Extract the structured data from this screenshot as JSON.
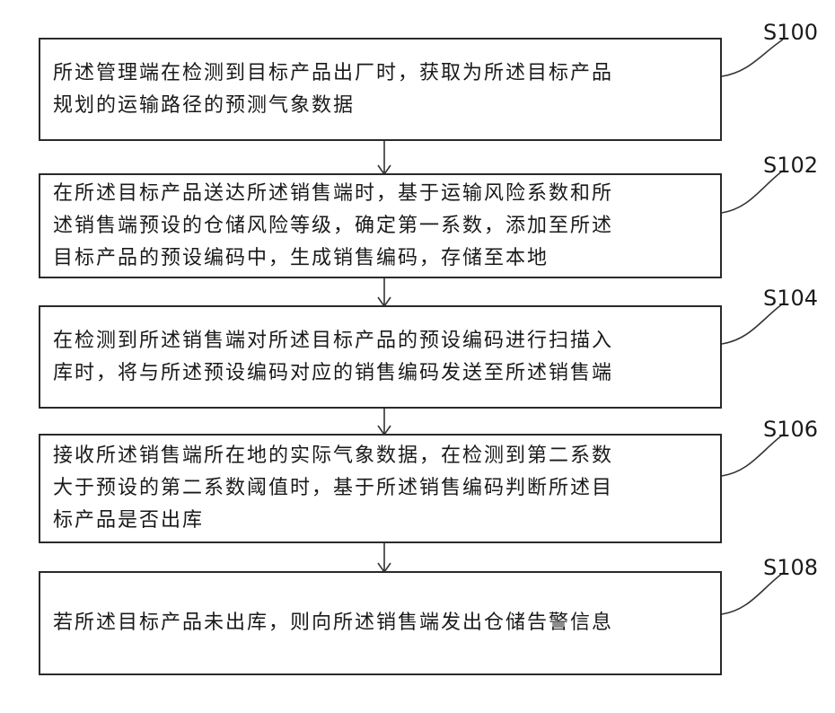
{
  "flowchart": {
    "steps": [
      {
        "label": "S100",
        "lines": [
          "所述管理端在检测到目标产品出厂时，获取为所述目标产品",
          "规划的运输路径的预测气象数据"
        ]
      },
      {
        "label": "S102",
        "lines": [
          "在所述目标产品送达所述销售端时，基于运输风险系数和所",
          "述销售端预设的仓储风险等级，确定第一系数，添加至所述",
          "目标产品的预设编码中，生成销售编码，存储至本地"
        ]
      },
      {
        "label": "S104",
        "lines": [
          "在检测到所述销售端对所述目标产品的预设编码进行扫描入",
          "库时，将与所述预设编码对应的销售编码发送至所述销售端"
        ]
      },
      {
        "label": "S106",
        "lines": [
          "接收所述销售端所在地的实际气象数据，在检测到第二系数",
          "大于预设的第二系数阈值时，基于所述销售编码判断所述目",
          "标产品是否出库"
        ]
      },
      {
        "label": "S108",
        "lines": [
          "若所述目标产品未出库，则向所述销售端发出仓储告警信息"
        ]
      }
    ]
  }
}
